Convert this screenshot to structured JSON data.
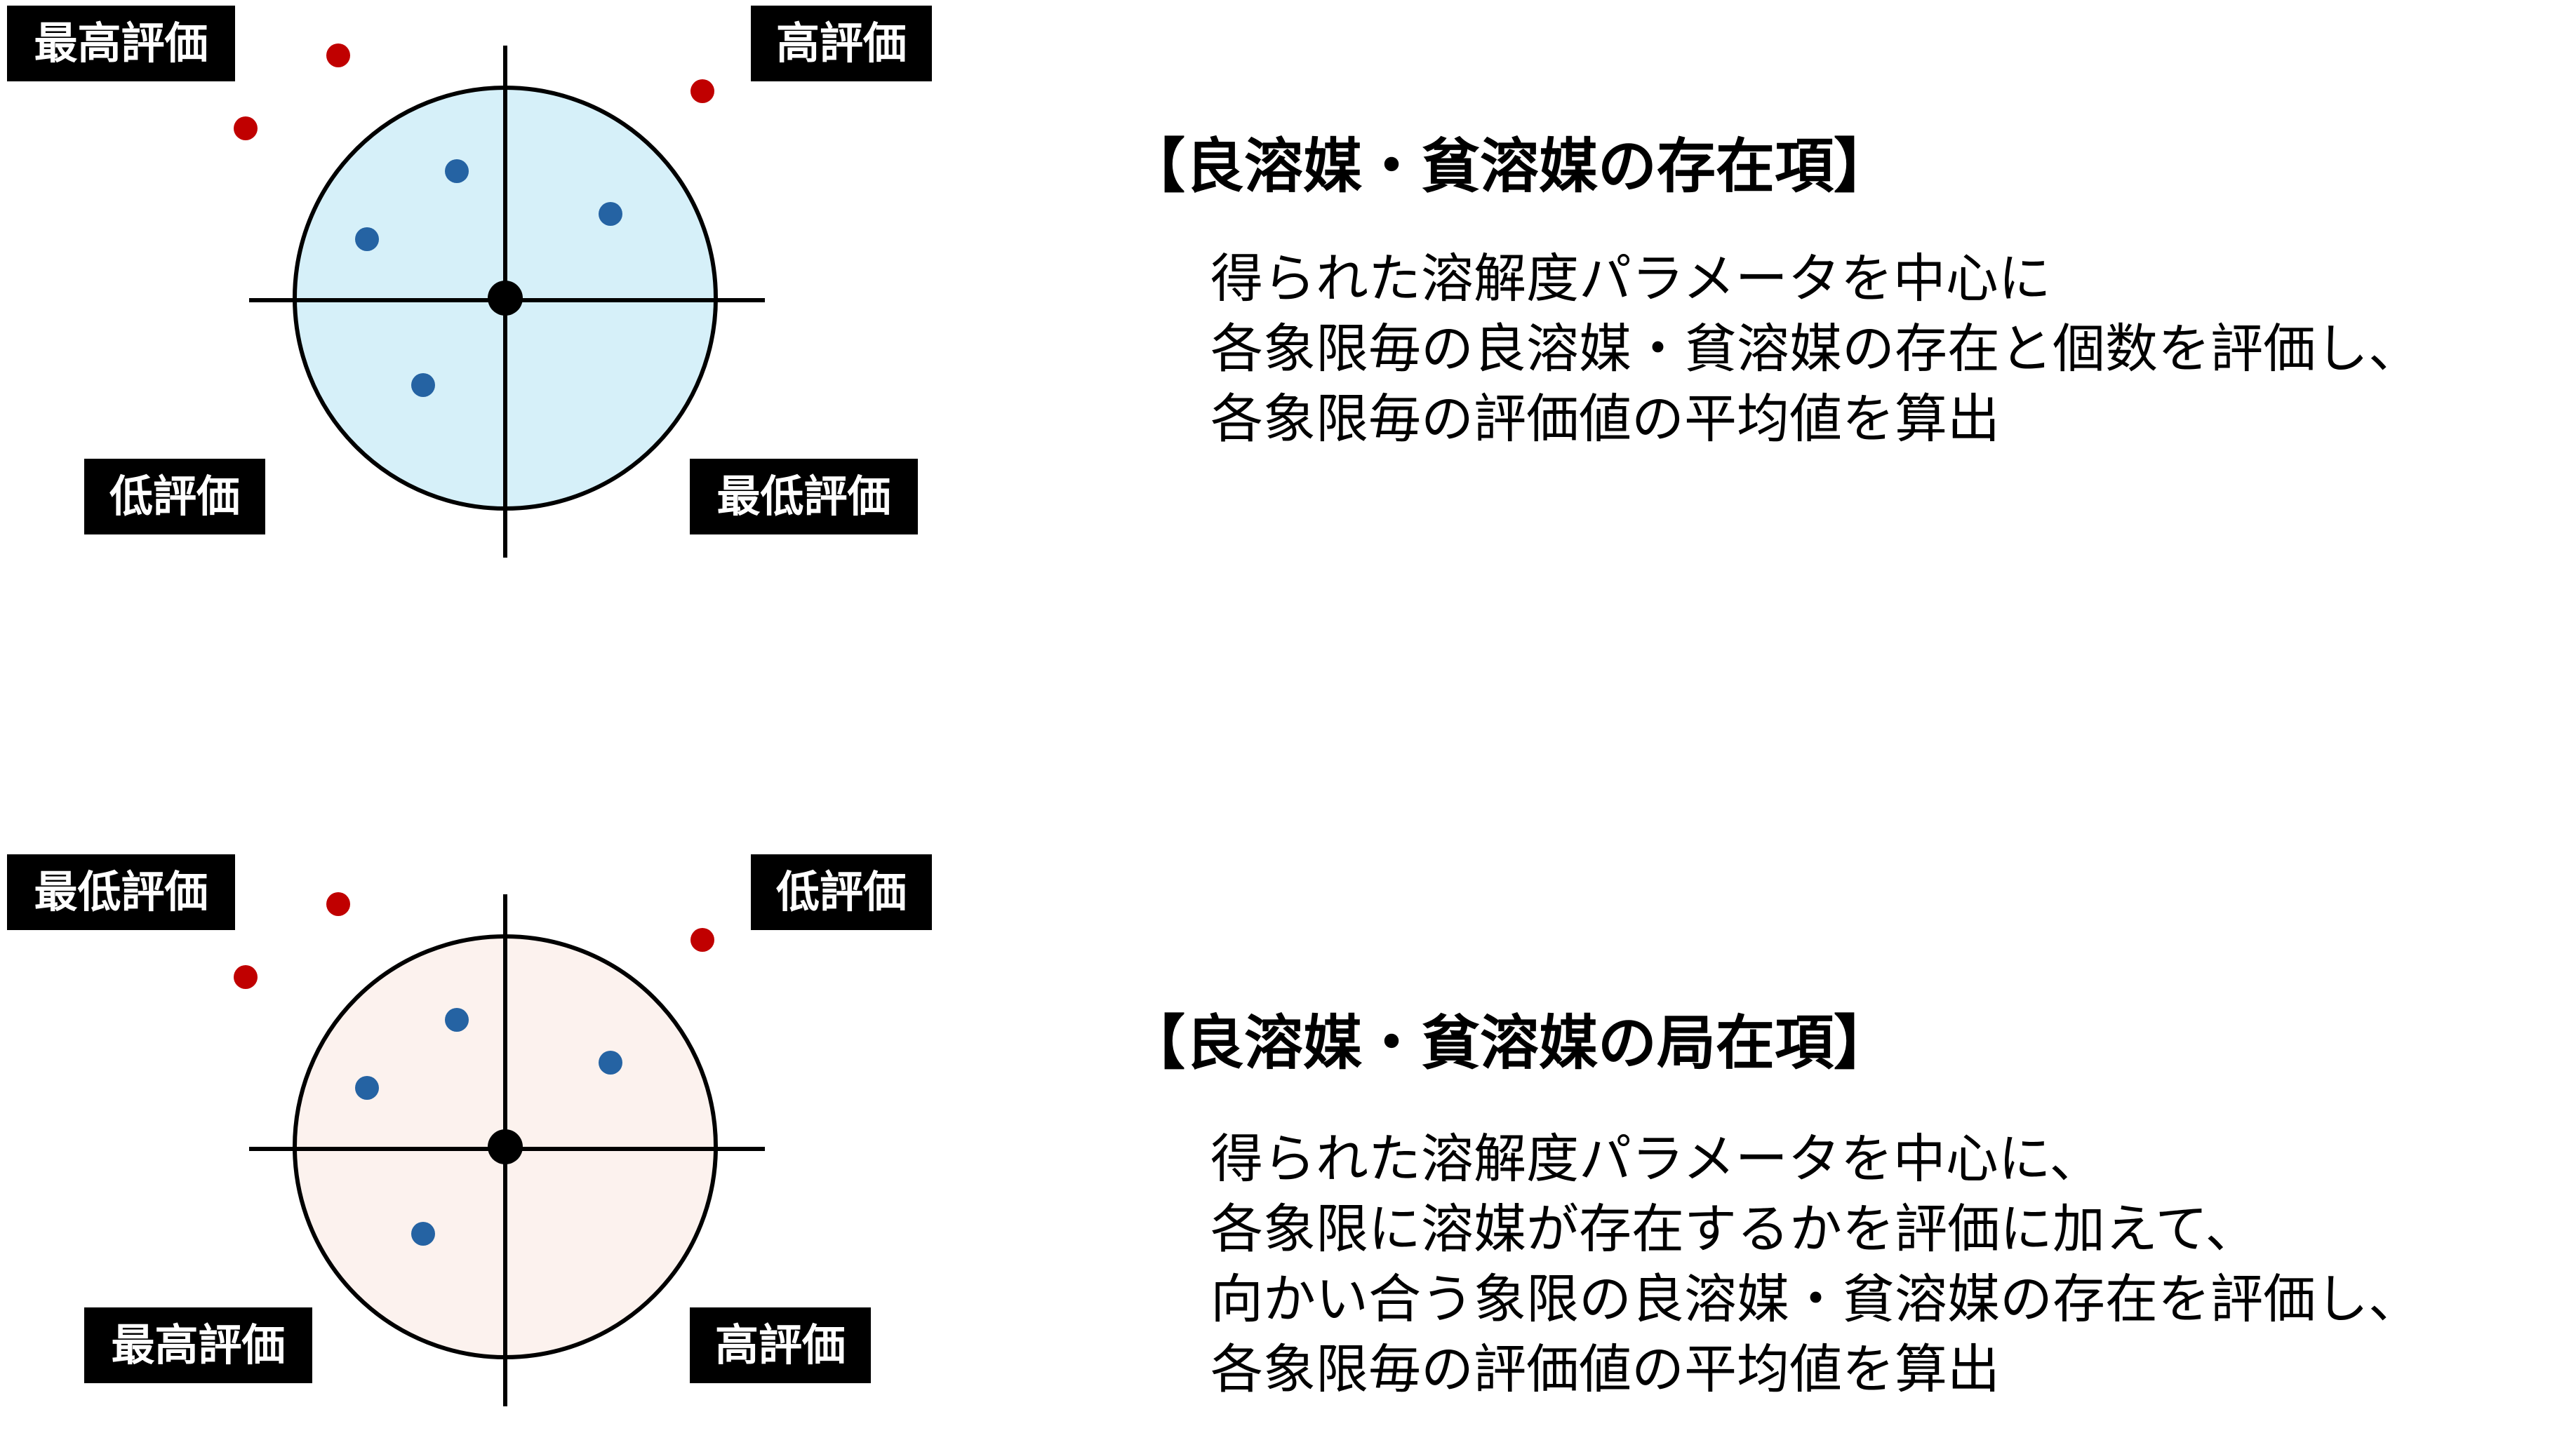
{
  "colors": {
    "top_circle_fill": "#d6f0f9",
    "bottom_circle_fill": "#fcf2ee",
    "good_solvent_point": "#2563a3",
    "poor_solvent_point": "#c00000",
    "center": "#000000",
    "label_bg": "#000000",
    "label_text": "#ffffff"
  },
  "top_diagram": {
    "labels": {
      "top_left": "最高評価",
      "top_right": "高評価",
      "bottom_left": "低評価",
      "bottom_right": "最低評価"
    }
  },
  "bottom_diagram": {
    "labels": {
      "top_left": "最低評価",
      "top_right": "低評価",
      "bottom_left": "最高評価",
      "bottom_right": "高評価"
    }
  },
  "top_text": {
    "heading": "【良溶媒・貧溶媒の存在項】",
    "lines": [
      "得られた溶解度パラメータを中心に",
      "各象限毎の良溶媒・貧溶媒の存在と個数を評価し、",
      "各象限毎の評価値の平均値を算出"
    ]
  },
  "bottom_text": {
    "heading": "【良溶媒・貧溶媒の局在項】",
    "lines": [
      "得られた溶解度パラメータを中心に、",
      "各象限に溶媒が存在するかを評価に加えて、",
      "向かい合う象限の良溶媒・貧溶媒の存在を評価し、",
      "各象限毎の評価値の平均値を算出"
    ]
  }
}
